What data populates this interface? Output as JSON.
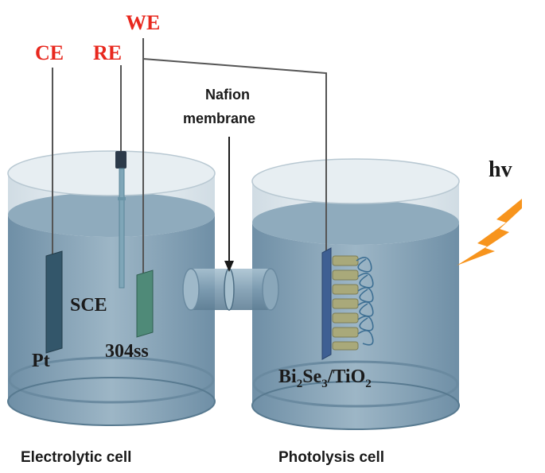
{
  "labels": {
    "ce": "CE",
    "re": "RE",
    "we": "WE",
    "nafion_line1": "Nafion",
    "nafion_line2": "membrane",
    "hv": "hv",
    "sce": "SCE",
    "pt": "Pt",
    "ss304": "304ss",
    "photo_bi": "Bi",
    "photo_sub2": "2",
    "photo_se": "Se",
    "photo_sub3": "3",
    "photo_slash": "/TiO",
    "photo_sub2b": "2",
    "electrolytic_cell": "Electrolytic cell",
    "photolysis_cell": "Photolysis cell"
  },
  "colors": {
    "electrode_label": "#e8281e",
    "text": "#1a1a1a",
    "light_bolt": "#f7941d",
    "liquid": "#7f9fb3",
    "glass": "#d9e4ea"
  }
}
